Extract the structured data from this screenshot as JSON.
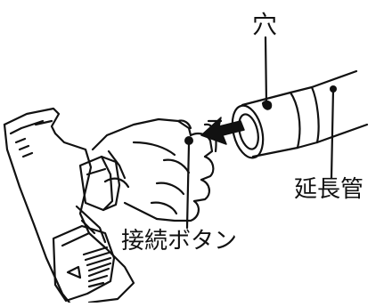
{
  "labels": {
    "hole": "穴",
    "extension_pipe": "延長管",
    "connect_button": "接続ボタン"
  },
  "colors": {
    "ink": "#111111",
    "paper": "#ffffff",
    "arrow": "#111111"
  }
}
